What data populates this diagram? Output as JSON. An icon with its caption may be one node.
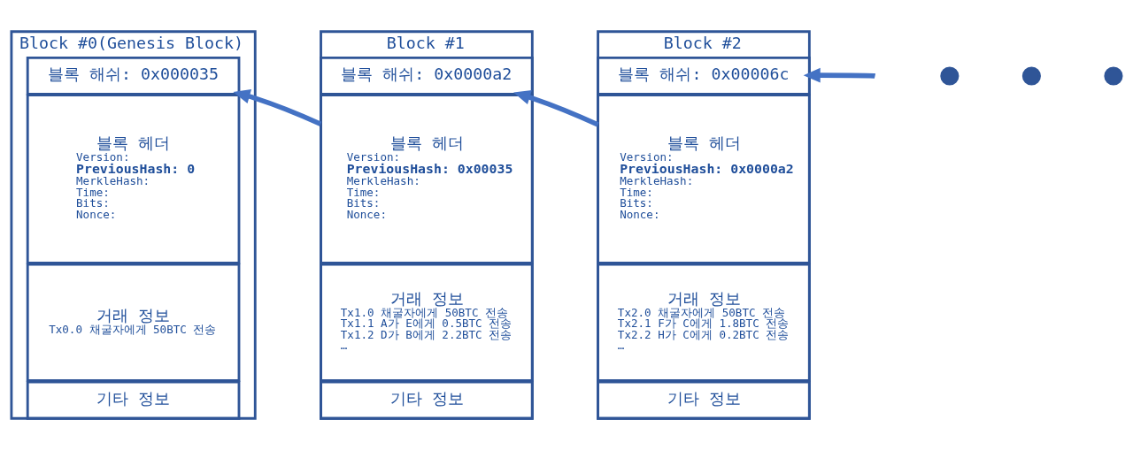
{
  "diagram": {
    "nodes": [
      {
        "text": [
          "Block #0(Genesis Block)"
        ]
      },
      {
        "text": [
          "블록 해쉬: 0x000035"
        ],
        "in": 0
      },
      {
        "text": [
          "블록 헤더",
          "Version:",
          "PreviousHash: 0",
          "MerkleHash:",
          "Time:",
          "Bits:",
          "Nonce:"
        ],
        "in": 0
      },
      {
        "text": [
          "거래 정보",
          "Tx0.0 채굴자에게 50BTC 전송"
        ],
        "in": 0
      },
      {
        "text": [
          "기타 정보"
        ],
        "in": 0
      },
      {
        "text": [
          "Block #1"
        ]
      },
      {
        "text": [
          "블록 해쉬: 0x0000a2"
        ],
        "in": 5
      },
      {
        "text": [
          "블록 헤더",
          "Version:",
          "PreviousHash: 0x00035",
          "MerkleHash:",
          "Time:",
          "Bits:",
          "Nonce:"
        ],
        "in": 5
      },
      {
        "text": [
          "거래 정보",
          "Tx1.0 채굴자에게 50BTC 전송",
          "Tx1.1 A가 E에게 0.5BTC 전송",
          "Tx1.2 D가 B에게 2.2BTC 전송",
          "…"
        ],
        "in": 5
      },
      {
        "text": [
          "기타 정보"
        ],
        "in": 5
      },
      {
        "text": [
          "Block #2"
        ]
      },
      {
        "text": [
          "블록 해쉬: 0x00006c"
        ],
        "in": 10
      },
      {
        "text": [
          "블록 헤더",
          "Version:",
          "PreviousHash: 0x0000a2",
          "MerkleHash:",
          "Time:",
          "Bits:",
          "Nonce:"
        ],
        "in": 10
      },
      {
        "text": [
          "거래 정보",
          "Tx2.0 채굴자에게 50BTC 전송",
          "Tx2.1 F가 C에게 1.8BTC 전송",
          "Tx2.2 H가 C에게 0.2BTC 전송",
          "…"
        ],
        "in": 10
      },
      {
        "text": [
          "기타 정보"
        ],
        "in": 10
      },
      {
        "text": [],
        "shape": "circle"
      },
      {
        "text": [],
        "shape": "circle"
      },
      {
        "text": [],
        "shape": "circle"
      }
    ],
    "edges": [
      {
        "from": 7,
        "to": 1,
        "arrow": "to"
      },
      {
        "from": 12,
        "to": 6,
        "arrow": "to"
      },
      {
        "from": null,
        "to": 11,
        "arrow": "to"
      }
    ]
  }
}
